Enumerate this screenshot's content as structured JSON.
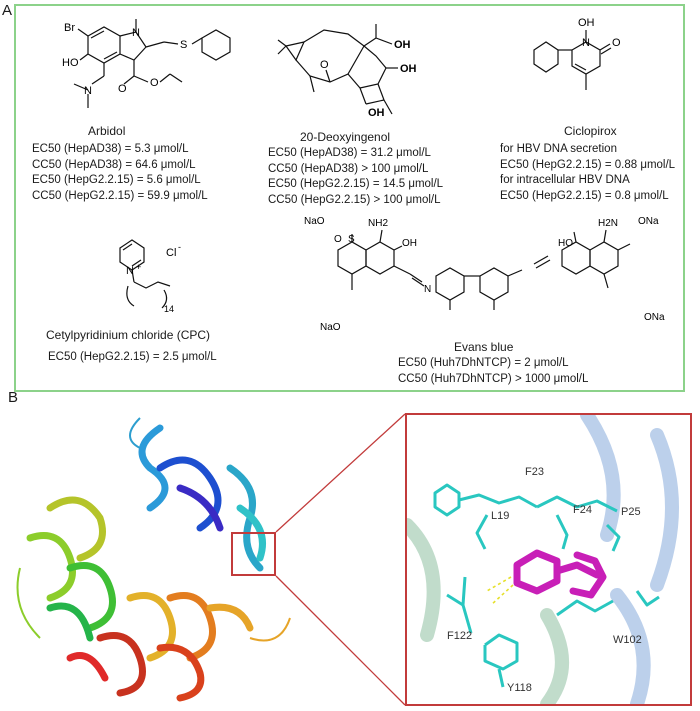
{
  "panel_labels": {
    "a": "A",
    "b": "B"
  },
  "compounds": {
    "arbidol": {
      "name": "Arbidol",
      "atoms": {
        "br": "Br",
        "ho": "HO",
        "n_ring": "N",
        "s": "S",
        "n_amine": "N",
        "o1": "O",
        "o2": "O"
      },
      "values": [
        "EC50 (HepAD38) = 5.3 μmol/L",
        "CC50 (HepAD38) = 64.6 μmol/L",
        "EC50 (HepG2.2.15) = 5.6 μmol/L",
        "CC50 (HepG2.2.15) = 59.9 μmol/L"
      ]
    },
    "deoxyingenol": {
      "name": "20-Deoxyingenol",
      "atoms": {
        "oh1": "OH",
        "oh2": "OH",
        "oh3": "OH",
        "o": "O"
      },
      "values": [
        "EC50 (HepAD38) = 31.2 μmol/L",
        "CC50 (HepAD38) > 100 μmol/L",
        "EC50 (HepG2.2.15) = 14.5 μmol/L",
        "CC50 (HepG2.2.15) > 100 μmol/L"
      ]
    },
    "ciclopirox": {
      "name": "Ciclopirox",
      "atoms": {
        "oh": "OH",
        "n": "N",
        "o": "O"
      },
      "values": [
        "for HBV DNA secretion",
        "EC50 (HepG2.2.15) = 0.88 μmol/L",
        "for intracellular HBV DNA",
        "EC50 (HepG2.2.15) = 0.8 μmol/L"
      ]
    },
    "cpc": {
      "name": "Cetylpyridinium chloride (CPC)",
      "atoms": {
        "n": "N",
        "plus": "+",
        "cl": "Cl",
        "minus": "-",
        "sub": "14"
      },
      "values": [
        "EC50 (HepG2.2.15) = 2.5 μmol/L"
      ]
    },
    "evans_blue": {
      "name": "Evans blue",
      "atoms": {
        "nao1": "NaO",
        "nh2a": "NH2",
        "oha": "OH",
        "nao2": "NaO",
        "ona1": "ONa",
        "nh2b": "H2N",
        "ohb": "HO",
        "ona2": "ONa",
        "s": "S",
        "o": "O",
        "n": "N"
      },
      "values": [
        "EC50 (Huh7DhNTCP) = 2 μmol/L",
        "CC50 (Huh7DhNTCP) > 1000 μmol/L"
      ]
    }
  },
  "residues": {
    "f23": "F23",
    "l19": "L19",
    "f24": "F24",
    "p25": "P25",
    "f122": "F122",
    "w102": "W102",
    "y118": "Y118"
  },
  "colors": {
    "panel_a_border": "#8cd28a",
    "zoom_border": "#c23b3b",
    "ligand": "#c81fb7",
    "residue": "#29c7c0"
  }
}
